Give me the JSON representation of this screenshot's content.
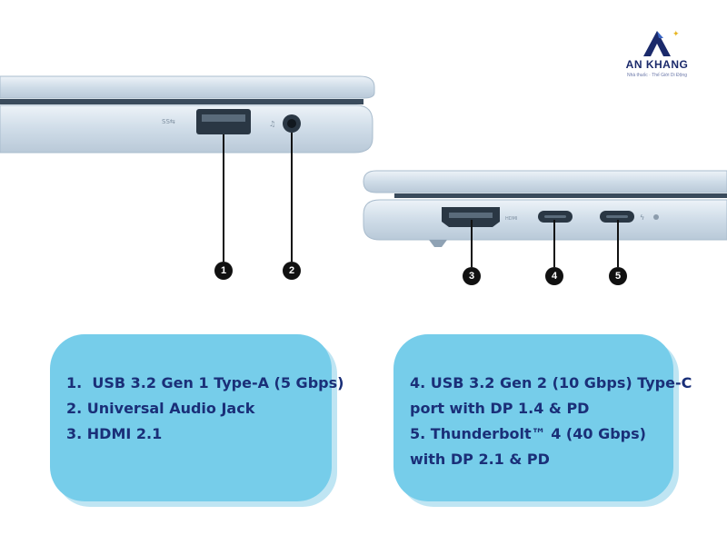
{
  "logo": {
    "name": "AN KHANG",
    "tagline": "Nhà thuốc · Thế Giới Di Động"
  },
  "markers": [
    "1",
    "2",
    "3",
    "4",
    "5"
  ],
  "specs_left": [
    "1.  USB 3.2 Gen 1 Type-A (5 Gbps)",
    "2. Universal Audio Jack",
    "3. HDMI 2.1"
  ],
  "specs_right": [
    "4. USB 3.2 Gen 2 (10 Gbps) Type-C",
    "port with DP 1.4 & PD",
    "5. Thunderbolt™ 4 (40 Gbps)",
    "with DP 2.1 & PD"
  ],
  "colors": {
    "box_fill": "#76cdea",
    "box_shadow": "#bfe5f3",
    "text": "#1a2f78",
    "marker": "#111111",
    "laptop": "#d6e3ee"
  }
}
